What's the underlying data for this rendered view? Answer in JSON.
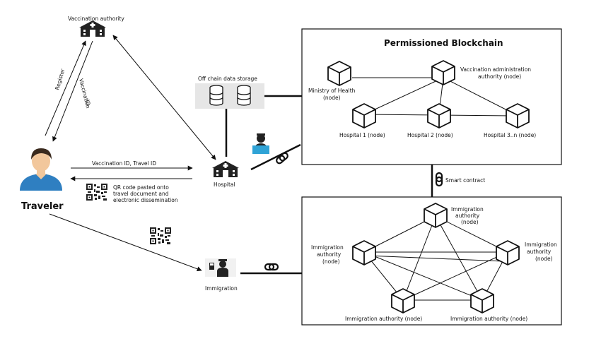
{
  "labels": {
    "vaccination_authority": "Vaccination authority",
    "register": "Register",
    "vaccination_id_vertical": "Vaccination",
    "id_vertical": "ID",
    "off_chain": "Off chain data storage",
    "hospital": "Hospital",
    "traveler": "Traveler",
    "arrow_ids": "Vaccination ID, Travel ID",
    "qr_line1": "QR code pasted onto",
    "qr_line2": "travel document and",
    "qr_line3": "electronic dissemination",
    "immigration": "Immigration",
    "smart_contract": "Smart contract"
  },
  "permissioned": {
    "title": "Permissioned Blockchain",
    "nodes": {
      "ministry_l1": "Ministry of Health",
      "ministry_l2": "(node)",
      "vacc_admin_l1": "Vaccination administration",
      "vacc_admin_l2": "authority (node)",
      "hospital1": "Hospital 1 (node)",
      "hospital2": "Hospital 2 (node)",
      "hospital3": "Hospital  3..n (node)"
    }
  },
  "immigration_chain": {
    "nodes": {
      "top_l1": "Immigration",
      "top_l2": "authority",
      "top_l3": "(node)",
      "left_l1": "Immigration",
      "left_l2": "authority",
      "left_l3": "(node)",
      "right_l1": "Immigration",
      "right_l2": "authority",
      "right_l3": "(node)",
      "bottom_left": "Immigration authority  (node)",
      "bottom_right": "Immigration authority  (node)"
    }
  },
  "colors": {
    "line": "#111111",
    "person_shirt": "#2f7fc1",
    "person_hair": "#3a2a1e",
    "person_skin": "#f2c79c",
    "storage_bg": "#e6e6e6"
  }
}
